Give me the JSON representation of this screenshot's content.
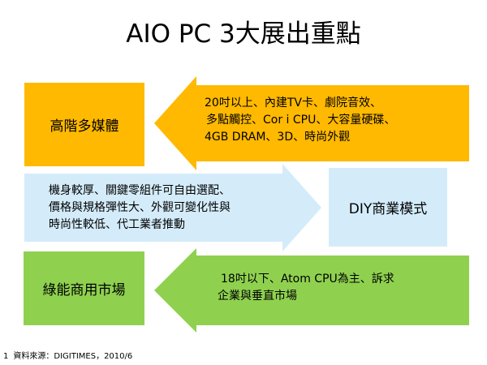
{
  "title": "AIO PC 3大展出重點",
  "rows": [
    {
      "box_label": "高階多媒體",
      "arrow_lines": [
        "20吋以上、內建TV卡、劇院音效、",
        "多點觸控、Cor i CPU、大容量硬碟、",
        "4GB DRAM、3D、時尚外觀"
      ],
      "colors": {
        "box": "#ffb900",
        "arrow": "#ffb900"
      }
    },
    {
      "box_label": "DIY商業模式",
      "arrow_lines": [
        "機身較厚、關鍵零組件可自由選配、",
        "價格與規格彈性大、外觀可變化性與",
        "時尚性較低、代工業者推動"
      ],
      "colors": {
        "box": "#d4ecfa",
        "arrow": "#d4ecfa"
      }
    },
    {
      "box_label": "綠能商用市場",
      "arrow_lines": [
        "18吋以下、Atom CPU為主、訴求",
        "企業與垂直市場"
      ],
      "colors": {
        "box": "#8fd14f",
        "arrow": "#8fd14f"
      }
    }
  ],
  "footnote": {
    "number": "1",
    "text": "資料來源：DIGITIMES，2010/6"
  }
}
